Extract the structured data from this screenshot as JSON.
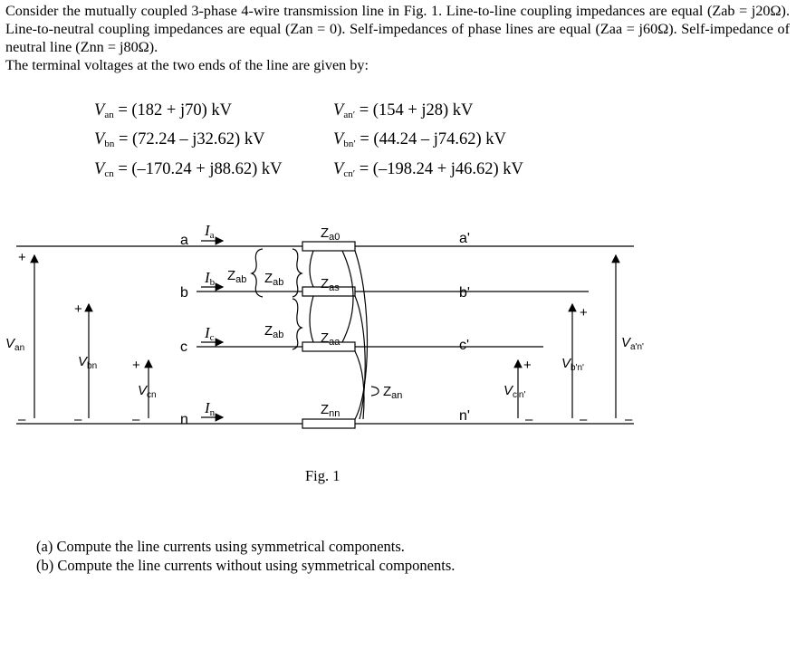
{
  "problem": {
    "intro": [
      "Consider the mutually coupled 3-phase 4-wire transmission line in Fig. 1. Line-to-line coupling impedances are equal (Zab = j20Ω). Line-to-neutral coupling impedances are equal (Zan = 0). Self-impedances of phase lines are equal (Zaa = j60Ω). Self-impedance of neutral line (Znn = j80Ω).",
      "The terminal voltages at the two ends of the line are given by:"
    ],
    "voltages_left": [
      {
        "sym": "V",
        "sub": "an",
        "value": "= (182 + j70) kV"
      },
      {
        "sym": "V",
        "sub": "bn",
        "value": "= (72.24 – j32.62) kV"
      },
      {
        "sym": "V",
        "sub": "cn",
        "value": "= (–170.24 + j88.62) kV"
      }
    ],
    "voltages_right": [
      {
        "sym": "V",
        "sub": "an′",
        "value": "= (154 + j28) kV"
      },
      {
        "sym": "V",
        "sub": "bn′",
        "value": "= (44.24 – j74.62) kV"
      },
      {
        "sym": "V",
        "sub": "cn′",
        "value": "= (–198.24 + j46.62) kV"
      }
    ],
    "figure_caption": "Fig. 1",
    "questions": [
      "(a) Compute the line currents using symmetrical components.",
      "(b) Compute the line currents without using symmetrical components."
    ]
  },
  "figure": {
    "nodes_left": [
      "a",
      "b",
      "c",
      "n"
    ],
    "nodes_right": [
      "a'",
      "b'",
      "c'",
      "n'"
    ],
    "currents": [
      {
        "sym": "I",
        "sub": "a"
      },
      {
        "sym": "I",
        "sub": "b"
      },
      {
        "sym": "I",
        "sub": "c"
      },
      {
        "sym": "I",
        "sub": "n"
      }
    ],
    "impedances": [
      {
        "sym": "Z",
        "sub": "a0"
      },
      {
        "sym": "Z",
        "sub": "as"
      },
      {
        "sym": "Z",
        "sub": "aa"
      },
      {
        "sym": "Z",
        "sub": "nn"
      }
    ],
    "coupling": [
      {
        "sym": "Z",
        "sub": "ab"
      },
      {
        "sym": "Z",
        "sub": "ab"
      },
      {
        "sym": "Z",
        "sub": "ab"
      },
      {
        "sym": "Z",
        "sub": "an"
      }
    ],
    "terminal_voltages_left": [
      {
        "sym": "V",
        "sub": "an"
      },
      {
        "sym": "V",
        "sub": "bn"
      },
      {
        "sym": "V",
        "sub": "cn"
      }
    ],
    "terminal_voltages_right": [
      {
        "sym": "V",
        "sub": "a'n'"
      },
      {
        "sym": "V",
        "sub": "b'n'"
      },
      {
        "sym": "V",
        "sub": "c'n'"
      }
    ],
    "plus": "+",
    "minus": "–"
  }
}
